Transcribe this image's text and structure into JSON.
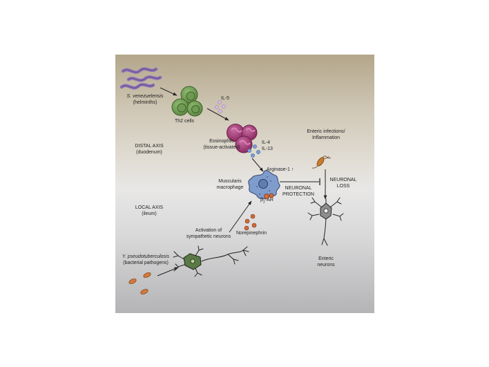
{
  "labels": {
    "helminth_name": "S. venezuelensis",
    "helminth_type": "(helminths)",
    "th2": "Th2 cells",
    "il5": "IL-5",
    "distal_axis": "DISTAL AXIS",
    "distal_site": "(duodenum)",
    "eosinophils": "Eosinophils",
    "eosinophils_state": "(tissue-activated)",
    "il4": "IL-4",
    "il13": "IL-13",
    "enteric_infections": "Enteric infections/",
    "inflammation": "Inflammation",
    "arginase": "Arginase-1 ↑",
    "muscularis": "Muscularis",
    "macrophage": "macrophage",
    "beta_ar": "β",
    "beta_ar_sub": "2",
    "beta_ar_suffix": "-AR",
    "neuronal_protection_1": "NEURONAL",
    "neuronal_protection_2": "PROTECTION",
    "neuronal_loss_1": "NEURONAL",
    "neuronal_loss_2": "LOSS",
    "local_axis": "LOCAL AXIS",
    "local_site": "(ileum)",
    "activation_1": "Activation of",
    "activation_2": "sympathetic neurons",
    "norepinephrin": "Norepinephrin",
    "bacteria_name": "Y. pseudotuberculosis",
    "bacteria_type": "(bacterial pathogens)",
    "enteric_neurons_1": "Enteric",
    "enteric_neurons_2": "neurons"
  },
  "colors": {
    "panel_top": "#b3a68a",
    "panel_bottom": "#b4b4b6",
    "helminth": "#8a6fb5",
    "th2_cell": "#6f9a54",
    "eosinophil": "#a3366f",
    "cytokine_il5": "#c9a8d8",
    "cytokine_il4": "#6a8fc6",
    "macrophage": "#7e9ccc",
    "norepinephrin": "#d06a3a",
    "bacteria": "#d37a3c",
    "enteric_pathogen": "#c97c2e",
    "sympathetic_neuron": "#5a7a43",
    "enteric_neuron": "#8d8d8d"
  },
  "icons": [
    "helminth-icon",
    "th2-cell-icon",
    "eosinophil-icon",
    "macrophage-icon",
    "sympathetic-neuron-icon",
    "enteric-neuron-icon",
    "bacteria-icon",
    "enteric-pathogen-icon"
  ]
}
